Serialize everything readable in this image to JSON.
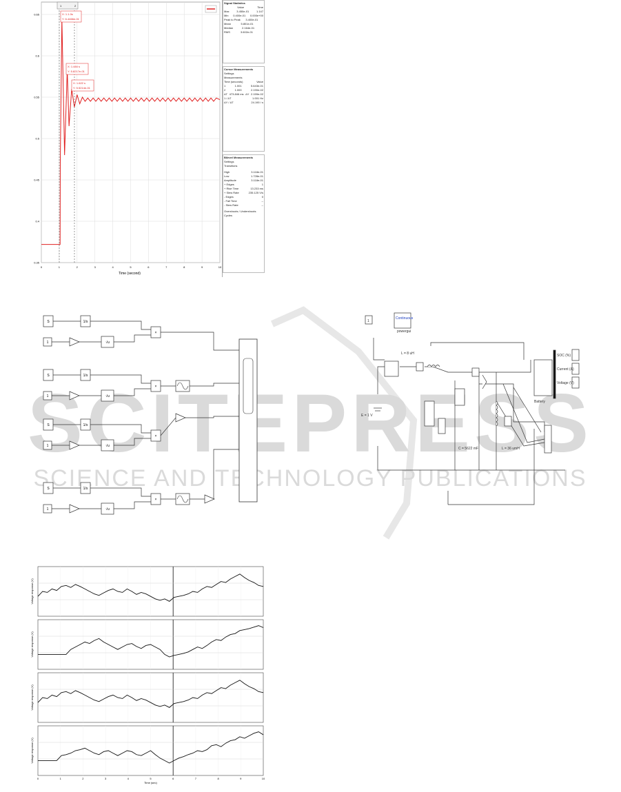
{
  "scope_plot": {
    "chart_data": {
      "type": "line",
      "xlabel": "Time (second)",
      "ylabel": "",
      "x_ticks": [
        "0",
        "1",
        "2",
        "3",
        "4",
        "5",
        "6",
        "7",
        "8",
        "9",
        "10"
      ],
      "y_ticks": [
        "0.65",
        "0.6",
        "0.55",
        "0.5",
        "0.45",
        "0.4",
        "0.35"
      ],
      "ylim": [
        0.35,
        0.665
      ],
      "xlim": [
        0,
        10
      ],
      "series_color": "#e02020",
      "series": [
        {
          "values_x": [
            0,
            1.05,
            1.06,
            1.15,
            1.3,
            1.45,
            1.55,
            1.7,
            1.85,
            2.0,
            2.15,
            2.3,
            2.45,
            2.6,
            2.75,
            2.9,
            3.05,
            3.2,
            3.35,
            3.5,
            3.65,
            3.8,
            3.95,
            4.1,
            4.25,
            4.4,
            4.55,
            4.7,
            4.85,
            5.0,
            5.15,
            5.3,
            5.45,
            5.6,
            5.75,
            5.9,
            6.05,
            6.2,
            6.35,
            6.5,
            6.65,
            6.8,
            6.95,
            7.1,
            7.25,
            7.4,
            7.55,
            7.7,
            7.85,
            8.0,
            8.15,
            8.3,
            8.45,
            8.6,
            8.75,
            8.9,
            9.05,
            9.2,
            9.35,
            9.5,
            9.65,
            9.8,
            10.0
          ],
          "values_y": [
            0.372,
            0.372,
            0.47,
            0.645,
            0.48,
            0.583,
            0.515,
            0.56,
            0.538,
            0.553,
            0.542,
            0.55,
            0.545,
            0.549,
            0.545,
            0.549,
            0.545,
            0.549,
            0.545,
            0.549,
            0.545,
            0.549,
            0.545,
            0.549,
            0.545,
            0.549,
            0.545,
            0.549,
            0.545,
            0.549,
            0.545,
            0.549,
            0.545,
            0.549,
            0.545,
            0.549,
            0.545,
            0.549,
            0.545,
            0.549,
            0.545,
            0.549,
            0.545,
            0.549,
            0.545,
            0.549,
            0.545,
            0.549,
            0.545,
            0.549,
            0.545,
            0.549,
            0.545,
            0.549,
            0.545,
            0.549,
            0.545,
            0.549,
            0.545,
            0.549,
            0.545,
            0.549,
            0.547
          ]
        }
      ]
    },
    "cursor_labels": [
      {
        "lines": [
          "X: 1.1.0s",
          "Y: 6.4466e-01"
        ]
      },
      {
        "lines": [
          "X: 1.484 s",
          "Y: 5.8217e-01"
        ]
      },
      {
        "lines": [
          "X: 1.622 s",
          "Y: 5.5214e-01"
        ]
      }
    ],
    "cursor_tags": [
      "1",
      "2"
    ]
  },
  "panels": {
    "signal_stats": {
      "title": "Signal Statistics",
      "head": [
        "Value",
        "Time"
      ],
      "rows": [
        [
          "Max",
          "3.450e-01",
          "1.147"
        ],
        [
          "Min",
          "0.400e-01",
          "0.000e+00"
        ],
        [
          "Peak to Peak",
          "3.400e-01",
          ""
        ],
        [
          "Mean",
          "5.801e-01",
          ""
        ],
        [
          "Median",
          "2.164e-01",
          ""
        ],
        [
          "RMS",
          "3.602e-01",
          ""
        ]
      ]
    },
    "cursor_meas": {
      "title": "Cursor Measurements",
      "settings": "Settings",
      "measurements": "Measurements",
      "head": [
        "Time (seconds)",
        "Value"
      ],
      "rows": [
        [
          "1",
          "1.001",
          "5.643e-01"
        ],
        [
          "2",
          "1.000",
          "2.190e-02"
        ],
        [
          "ΔT",
          "473.846 ms",
          "ΔY",
          "2.159e-02"
        ]
      ],
      "extra": [
        [
          "1 / ΔT",
          "1.001 Hz"
        ],
        [
          "ΔY / ΔT",
          "24.190 / s"
        ]
      ]
    },
    "bilevel": {
      "title": "Bilevel Measurements",
      "settings": "Settings",
      "transitions": "Transitions",
      "rows": [
        [
          "High",
          "3.118e-01"
        ],
        [
          "Low",
          "1.728e-01"
        ],
        [
          "Amplitude",
          "3.118e-01"
        ],
        [
          "+ Edges",
          "1"
        ],
        [
          "+ Rise Time",
          "13.233 ms"
        ],
        [
          "+ Slew Rate",
          "235.125 V/s"
        ],
        [
          "- Edges",
          "0"
        ],
        [
          "- Fall Time",
          "--"
        ],
        [
          "- Slew Rate",
          "--"
        ]
      ],
      "footer": [
        "Overshoots / Undershoots",
        "Cycles"
      ]
    }
  },
  "block_diagram": {
    "step_label": "Step",
    "const_label": "1",
    "integrator_label": "1/s",
    "sqrt_label": "√u",
    "product_label": "×",
    "gain_label": "",
    "scope_label": ""
  },
  "circuit": {
    "const_label": "1",
    "powergui": "Continuous",
    "powergui_sub": "powergui",
    "inductor_label": "L = 8 uH",
    "source_label": "E = 1 V",
    "cap_label": "C = 5622 mF",
    "coil_label": "L = 36 umH",
    "battery_label": "Battery",
    "out_labels": [
      "SOC (%)",
      "Current (A)",
      "Voltage (V)"
    ]
  },
  "bottom_plots": {
    "chart_data": [
      {
        "type": "line",
        "ylabel": "Voltage response (V)",
        "series": [
          {
            "values": [
              0.4,
              0.5,
              0.48,
              0.55,
              0.52,
              0.6,
              0.62,
              0.58,
              0.64,
              0.6,
              0.55,
              0.5,
              0.45,
              0.42,
              0.47,
              0.52,
              0.55,
              0.5,
              0.48,
              0.55,
              0.5,
              0.44,
              0.48,
              0.45,
              0.4,
              0.35,
              0.32,
              0.35,
              0.3,
              0.38,
              0.4,
              0.42,
              0.45,
              0.5,
              0.48,
              0.55,
              0.6,
              0.58,
              0.64,
              0.7,
              0.68,
              0.75,
              0.8,
              0.85,
              0.78,
              0.72,
              0.68,
              0.62,
              0.6
            ]
          }
        ]
      },
      {
        "type": "line",
        "ylabel": "Voltage response (V)",
        "series": [
          {
            "values": [
              0.3,
              0.3,
              0.3,
              0.3,
              0.3,
              0.3,
              0.3,
              0.4,
              0.45,
              0.5,
              0.55,
              0.52,
              0.58,
              0.62,
              0.55,
              0.5,
              0.45,
              0.4,
              0.45,
              0.5,
              0.52,
              0.46,
              0.42,
              0.48,
              0.5,
              0.45,
              0.4,
              0.3,
              0.25,
              0.28,
              0.3,
              0.32,
              0.35,
              0.4,
              0.45,
              0.42,
              0.48,
              0.55,
              0.6,
              0.58,
              0.65,
              0.7,
              0.72,
              0.78,
              0.8,
              0.82,
              0.85,
              0.88,
              0.84
            ]
          }
        ]
      },
      {
        "type": "line",
        "ylabel": "Voltage response (V)",
        "series": [
          {
            "values": [
              0.4,
              0.5,
              0.48,
              0.55,
              0.52,
              0.6,
              0.62,
              0.58,
              0.64,
              0.6,
              0.55,
              0.5,
              0.45,
              0.42,
              0.47,
              0.52,
              0.55,
              0.5,
              0.48,
              0.55,
              0.5,
              0.44,
              0.48,
              0.45,
              0.4,
              0.35,
              0.32,
              0.35,
              0.3,
              0.38,
              0.4,
              0.42,
              0.45,
              0.5,
              0.48,
              0.55,
              0.6,
              0.58,
              0.64,
              0.7,
              0.68,
              0.75,
              0.8,
              0.85,
              0.78,
              0.72,
              0.68,
              0.62,
              0.6
            ]
          }
        ]
      },
      {
        "type": "line",
        "ylabel": "Voltage response (V)",
        "xlabel": "Time (sec)",
        "x_ticks": [
          "0",
          "1",
          "2",
          "3",
          "4",
          "5",
          "6",
          "7",
          "8",
          "9",
          "10"
        ],
        "series": [
          {
            "values": [
              0.3,
              0.3,
              0.3,
              0.3,
              0.3,
              0.4,
              0.42,
              0.45,
              0.5,
              0.52,
              0.55,
              0.5,
              0.45,
              0.42,
              0.48,
              0.5,
              0.45,
              0.4,
              0.45,
              0.5,
              0.48,
              0.42,
              0.4,
              0.45,
              0.5,
              0.42,
              0.35,
              0.3,
              0.25,
              0.3,
              0.35,
              0.38,
              0.42,
              0.45,
              0.5,
              0.48,
              0.52,
              0.6,
              0.62,
              0.58,
              0.65,
              0.7,
              0.72,
              0.78,
              0.75,
              0.8,
              0.85,
              0.88,
              0.82
            ]
          }
        ]
      }
    ]
  },
  "watermark": {
    "big": "SCITEPRESS",
    "small": "SCIENCE AND TECHNOLOGY PUBLICATIONS",
    "color": "#d9d9d9"
  }
}
